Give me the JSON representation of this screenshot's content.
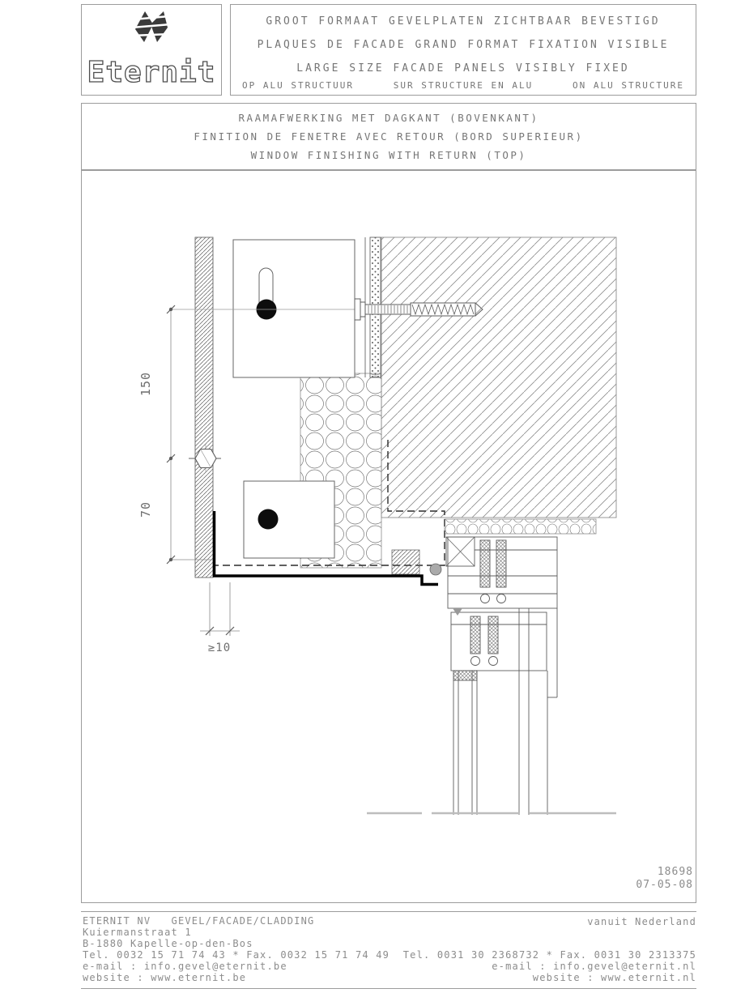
{
  "header": {
    "logo_text": "Eternit",
    "title_lines": [
      "GROOT FORMAAT GEVELPLATEN ZICHTBAAR BEVESTIGD",
      "PLAQUES DE FACADE GRAND FORMAT FIXATION VISIBLE",
      "LARGE SIZE FACADE PANELS VISIBLY FIXED"
    ],
    "structure_labels": [
      "OP ALU STRUCTUUR",
      "SUR STRUCTURE EN ALU",
      "ON ALU STRUCTURE"
    ]
  },
  "subtitle_lines": [
    "RAAMAFWERKING MET DAGKANT (BOVENKANT)",
    "FINITION DE FENETRE AVEC RETOUR (BORD SUPERIEUR)",
    "WINDOW FINISHING WITH RETURN (TOP)"
  ],
  "drawing": {
    "dimensions": {
      "vertical_top": "150",
      "vertical_bottom": "70",
      "gap": "≥10"
    },
    "number": "18698",
    "date": "07-05-08"
  },
  "footer": {
    "left": [
      "ETERNIT NV   GEVEL/FACADE/CLADDING",
      "Kuiermanstraat 1",
      "B-1880 Kapelle-op-den-Bos",
      "Tel. 0032 15 71 74 43 * Fax. 0032 15 71 74 49",
      "e-mail : info.gevel@eternit.be",
      "website : www.eternit.be"
    ],
    "right_note": "vanuit Nederland",
    "right": [
      "Tel. 0031 30 2368732 * Fax. 0031 30 2313375",
      "e-mail : info.gevel@eternit.nl",
      "website : www.eternit.nl"
    ]
  }
}
